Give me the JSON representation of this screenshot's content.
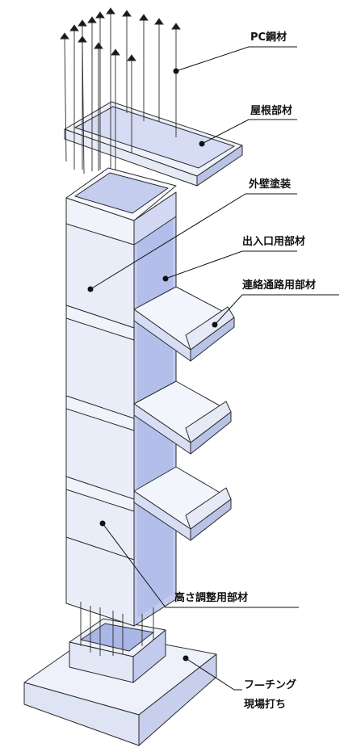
{
  "labels": {
    "pc_steel": "PC鋼材",
    "roof": "屋根部材",
    "exterior": "外壁塗装",
    "entrance": "出入口用部材",
    "passage": "連絡通路用部材",
    "height_adj": "高さ調整用部材",
    "footing_1": "フ—チング",
    "footing_2": "現場打ち"
  },
  "colors": {
    "face_light": "#eef1fa",
    "face_mid": "#dfe4f4",
    "face_dark": "#b9c3e6",
    "inner_blue": "#a9b6e6",
    "line": "#2a2a2a"
  }
}
